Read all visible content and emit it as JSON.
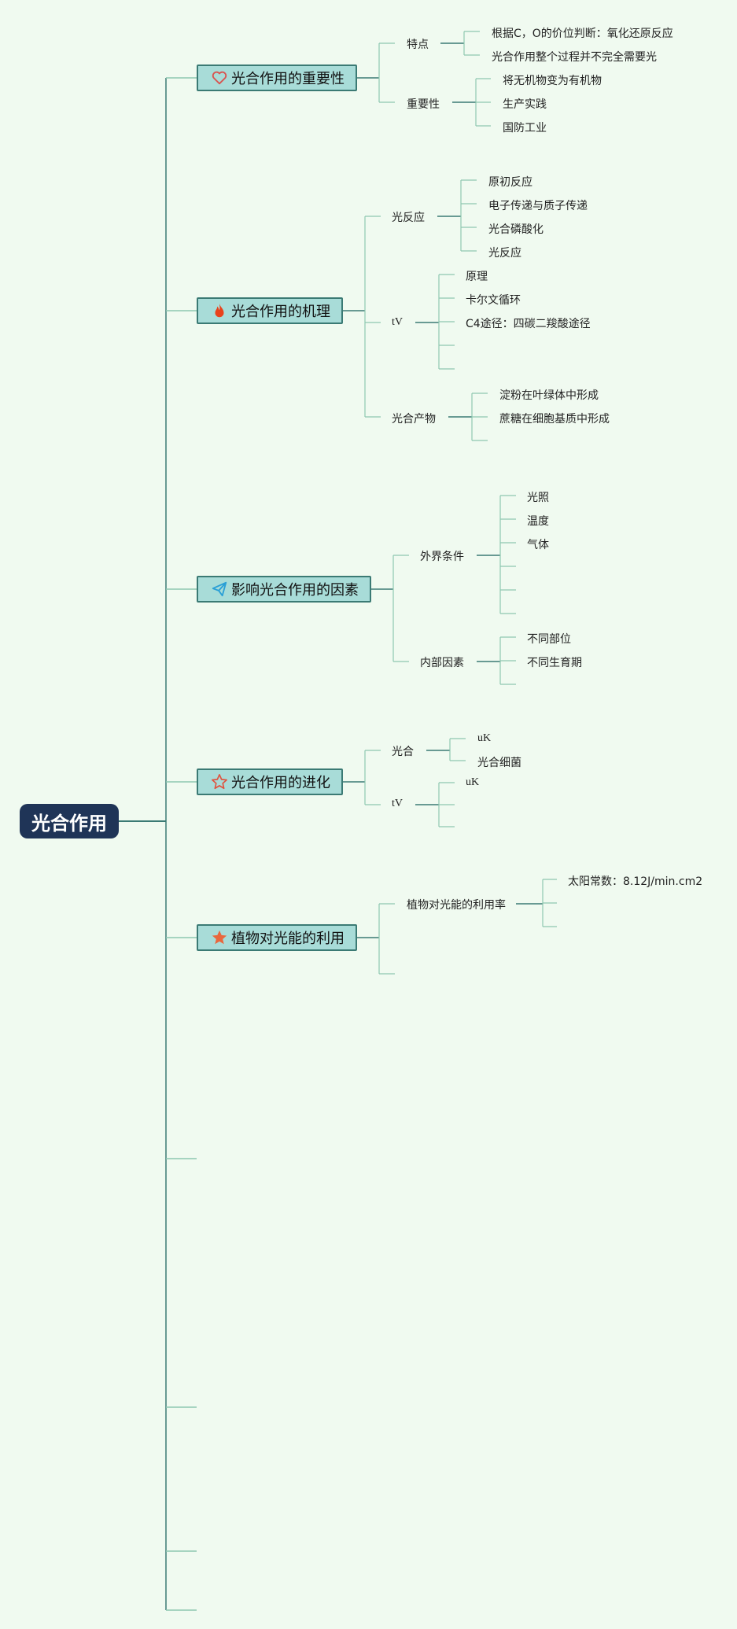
{
  "root": "光合作用",
  "branches": [
    {
      "title": "光合作用的重要性",
      "icon": "heart-icon",
      "children": [
        {
          "label": "特点",
          "leaves": [
            "根据C，O的价位判断：氧化还原反应",
            "光合作用整个过程并不完全需要光"
          ]
        },
        {
          "label": "重要性",
          "leaves": [
            "将无机物变为有机物",
            "生产实践",
            "国防工业"
          ]
        }
      ]
    },
    {
      "title": "光合作用的机理",
      "icon": "fire-icon",
      "children": [
        {
          "label": "光反应",
          "leaves": [
            "原初反应",
            "电子传递与质子传递",
            "光合磷酸化",
            "光反应"
          ]
        },
        {
          "label": "tV",
          "leaves": [
            "原理",
            "卡尔文循环",
            "C4途径：四碳二羧酸途径",
            "",
            ""
          ]
        },
        {
          "label": "光合产物",
          "leaves": [
            "淀粉在叶绿体中形成",
            "蔗糖在细胞基质中形成",
            ""
          ]
        }
      ]
    },
    {
      "title": "影响光合作用的因素",
      "icon": "paper-plane-icon",
      "children": [
        {
          "label": "外界条件",
          "leaves": [
            "光照",
            "温度",
            "气体",
            "",
            "",
            ""
          ]
        },
        {
          "label": "内部因素",
          "leaves": [
            "不同部位",
            "不同生育期",
            ""
          ]
        }
      ]
    },
    {
      "title": "光合作用的进化",
      "icon": "star-outline-icon",
      "children": [
        {
          "label": "光合",
          "leaves": [
            "uK",
            "光合细菌"
          ]
        },
        {
          "label": "tV",
          "leaves": [
            "uK",
            "",
            ""
          ]
        }
      ]
    },
    {
      "title": "植物对光能的利用",
      "icon": "star-filled-icon",
      "children": [
        {
          "label": "植物对光能的利用率",
          "leaves": [
            "太阳常数：8.12J/min.cm2",
            "",
            ""
          ]
        },
        {
          "label": "",
          "leaves": []
        }
      ]
    }
  ],
  "colors": {
    "background": "#f0faf0",
    "root": "#1f3457",
    "topic_fill": "#a8dcd8",
    "topic_border": "#3b7a74",
    "line_trunk": "#3b7a74",
    "line_branch": "#8ec7b0",
    "heart": "#d9534f",
    "fire": "#e8421b",
    "plane": "#2a9fd6",
    "star_outline": "#e0533f",
    "star_filled": "#e9673d"
  }
}
